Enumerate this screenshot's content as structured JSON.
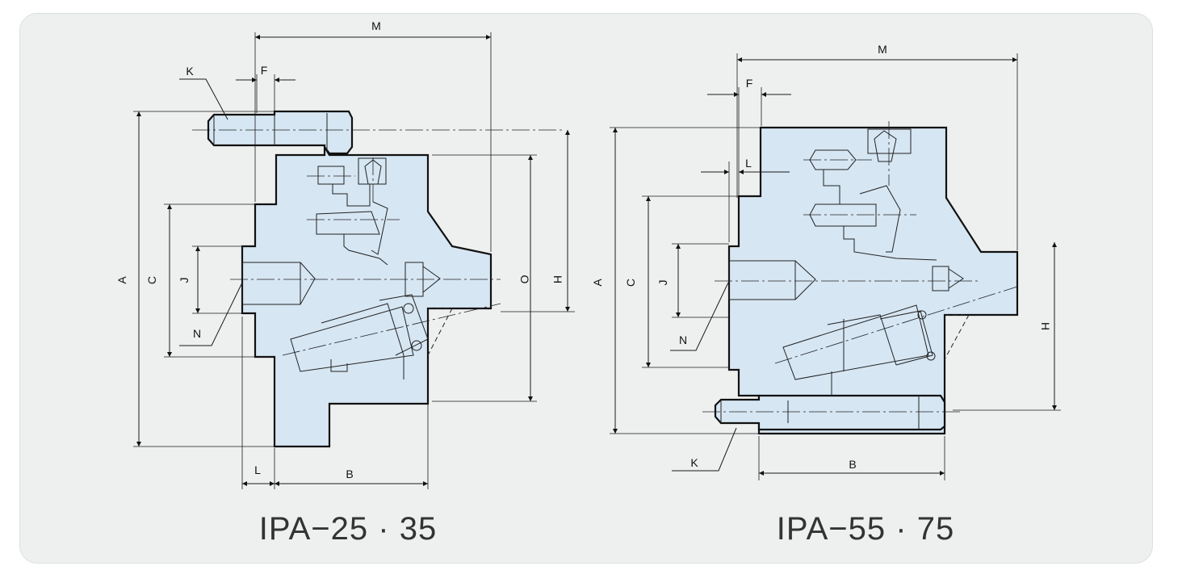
{
  "figures": [
    {
      "caption": "IPA−25 · 35",
      "labels": {
        "M": "M",
        "K": "K",
        "F": "F",
        "A": "A",
        "C": "C",
        "J": "J",
        "N": "N",
        "O": "O",
        "H": "H",
        "L": "L",
        "B": "B"
      }
    },
    {
      "caption": "IPA−55 · 75",
      "labels": {
        "M": "M",
        "F": "F",
        "L": "L",
        "A": "A",
        "C": "C",
        "J": "J",
        "N": "N",
        "H": "H",
        "K": "K",
        "B": "B"
      }
    }
  ],
  "colors": {
    "background": "#eef0f0",
    "body_fill": "#d6e6f3",
    "line": "#111111"
  }
}
